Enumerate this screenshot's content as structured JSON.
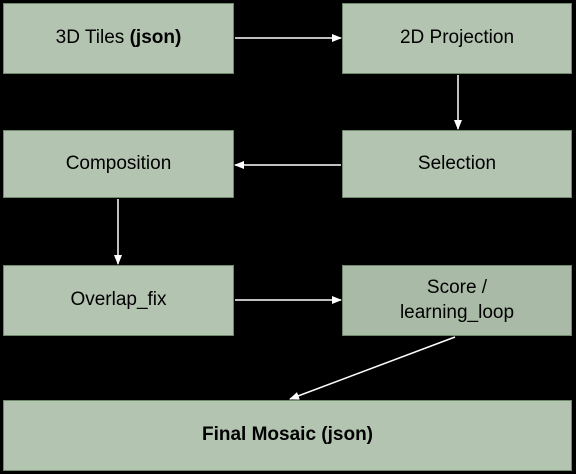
{
  "colors": {
    "background": "#000000",
    "node_fill": "#b3c5b1",
    "node_border": "#6f8a6b",
    "edge": "#ffffff"
  },
  "nodes": {
    "tiles": {
      "label": "3D Tiles ",
      "label_bold": "(json)"
    },
    "projection": {
      "label": "2D Projection"
    },
    "composition": {
      "label": "Composition"
    },
    "selection": {
      "label": "Selection"
    },
    "overlap": {
      "label": "Overlap_fix"
    },
    "score": {
      "line1": "Score /",
      "line2": "learning_loop"
    },
    "final": {
      "label": "Final Mosaic (json)"
    }
  },
  "edges": [
    {
      "from": "tiles",
      "to": "projection"
    },
    {
      "from": "projection",
      "to": "selection"
    },
    {
      "from": "selection",
      "to": "composition"
    },
    {
      "from": "composition",
      "to": "overlap"
    },
    {
      "from": "overlap",
      "to": "score"
    },
    {
      "from": "score",
      "to": "final"
    }
  ]
}
